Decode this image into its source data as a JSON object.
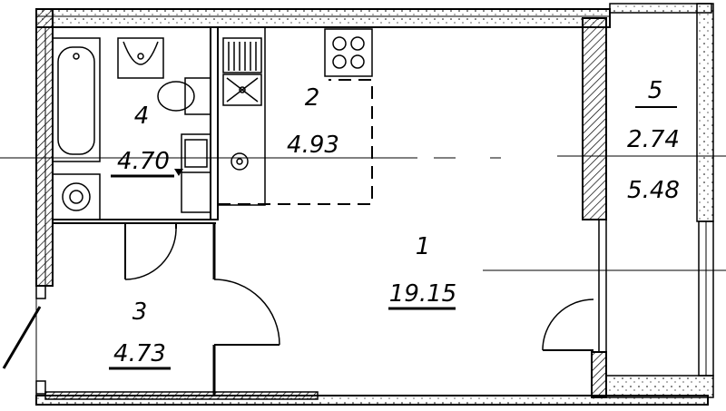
{
  "rooms": [
    {
      "number": "1",
      "area": "19.15"
    },
    {
      "number": "2",
      "area": "4.93"
    },
    {
      "number": "3",
      "area": "4.73"
    },
    {
      "number": "4",
      "area": "4.70"
    },
    {
      "number": "5",
      "area": "2.74",
      "area_extra": "5.48"
    }
  ],
  "colors": {
    "line": "#000000",
    "hatch": "#000000",
    "background": "#ffffff"
  }
}
